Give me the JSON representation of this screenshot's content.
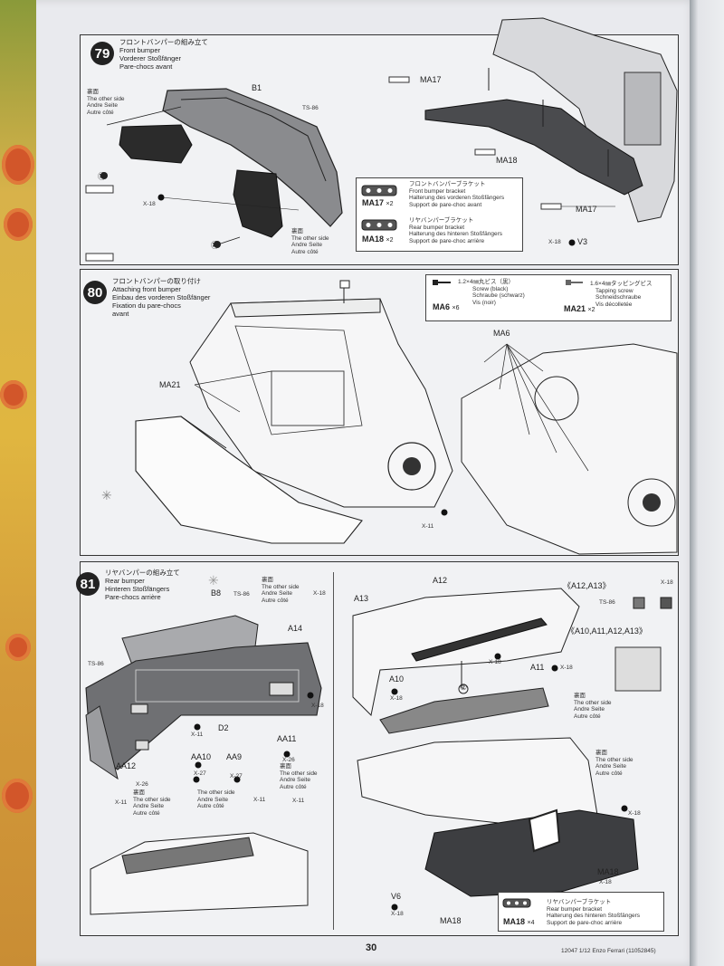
{
  "page_number": "30",
  "footer_code": "12047 1/12 Enzo Ferrari (11052845)",
  "step79": {
    "number": "79",
    "title_jp": "フロントバンパーの組み立て",
    "title_en": "Front bumper",
    "title_de": "Vorderer Stoßfänger",
    "title_fr": "Pare-chocs avant",
    "other_side_jp": "裏面",
    "other_side_en": "The other side",
    "other_side_de": "Andre Seite",
    "other_side_fr": "Autre côté",
    "labels": {
      "b1": "B1",
      "ts86": "TS-86",
      "x18": "X-18",
      "ma17": "MA17",
      "ma18": "MA18",
      "v3": "V3",
      "step15": "⑮",
      "step14": "⑭"
    },
    "parts_box": {
      "ma17_label": "MA17",
      "ma17_qty": "×2",
      "ma17_jp": "フロントバンパーブラケット",
      "ma17_en": "Front bumper bracket",
      "ma17_de": "Halterung des vorderen Stoßfängers",
      "ma17_fr": "Support de pare-choc avant",
      "ma18_label": "MA18",
      "ma18_qty": "×2",
      "ma18_jp": "リヤバンパーブラケット",
      "ma18_en": "Rear bumper bracket",
      "ma18_de": "Halterung des hinteren Stoßfängers",
      "ma18_fr": "Support de pare-choc arrière"
    }
  },
  "step80": {
    "number": "80",
    "title_jp": "フロントバンパーの取り付け",
    "title_en": "Attaching front bumper",
    "title_de": "Einbau des vorderen Stoßfänger",
    "title_fr": "Fixation du pare-chocs",
    "title_fr2": "avant",
    "labels": {
      "ma21": "MA21",
      "ma6": "MA6",
      "x11": "X-11"
    },
    "screws": {
      "ma6_spec": "1.2×4㎜丸ビス（黒）",
      "ma6_en": "Screw (black)",
      "ma6_de": "Schraube (schwarz)",
      "ma6_fr": "Vis (noir)",
      "ma6_label": "MA6",
      "ma6_qty": "×6",
      "ma21_spec": "1.6×4㎜タッピングビス",
      "ma21_en": "Tapping screw",
      "ma21_de": "Schneidschraube",
      "ma21_fr": "Vis décolletée",
      "ma21_label": "MA21",
      "ma21_qty": "×2"
    }
  },
  "step81": {
    "number": "81",
    "title_jp": "リヤバンパーの組み立て",
    "title_en": "Rear bumper",
    "title_de": "Hinteren Stoßfängers",
    "title_fr": "Pare-chocs arrière",
    "other_side_jp": "裏面",
    "other_side_en": "The other side",
    "other_side_de": "Andre Seite",
    "other_side_fr": "Autre côté",
    "labels": {
      "b8": "B8",
      "ts86": "TS-86",
      "x18": "X-18",
      "a14": "A14",
      "a12": "A12",
      "a13": "A13",
      "a10": "A10",
      "a11": "A11",
      "d2": "D2",
      "x11": "X-11",
      "aa12": "AA12",
      "aa10": "AA10",
      "aa9": "AA9",
      "aa11": "AA11",
      "x26": "X-26",
      "x27": "X-27",
      "v6": "V6",
      "ma18": "MA18",
      "step2": "②"
    },
    "group1": "《A12,A13》",
    "group2": "《A10,A11,A12,A13》",
    "parts_box": {
      "ma18_label": "MA18",
      "ma18_qty": "×4",
      "ma18_jp": "リヤバンパーブラケット",
      "ma18_en": "Rear bumper bracket",
      "ma18_de": "Halterung des hinteren Stoßfängers",
      "ma18_fr": "Support de pare-choc arrière"
    }
  }
}
